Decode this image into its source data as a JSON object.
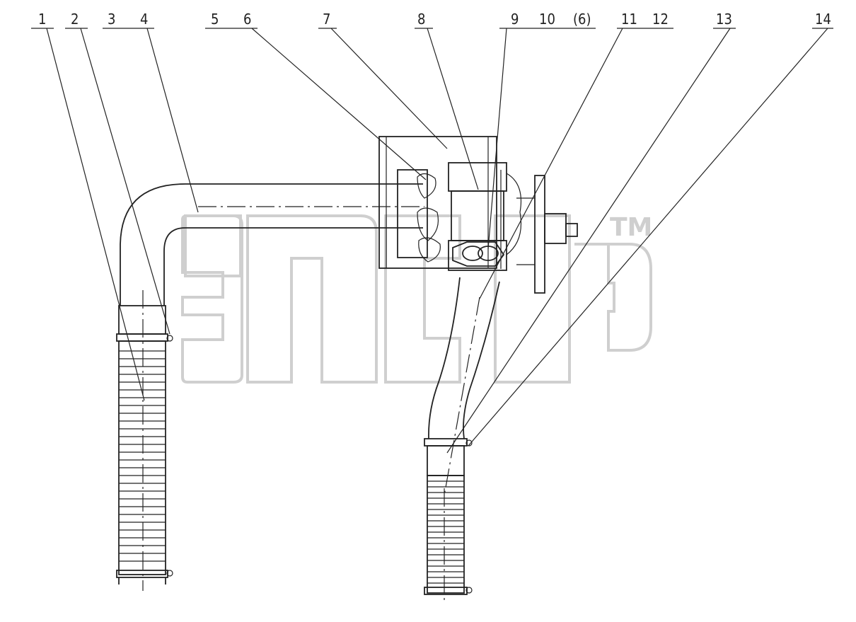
{
  "callouts": [
    {
      "id": "1",
      "text": "1"
    },
    {
      "id": "2",
      "text": "2"
    },
    {
      "id": "3",
      "text": "3"
    },
    {
      "id": "4",
      "text": "4"
    },
    {
      "id": "5",
      "text": "5"
    },
    {
      "id": "6",
      "text": "6"
    },
    {
      "id": "7",
      "text": "7"
    },
    {
      "id": "8",
      "text": "8"
    },
    {
      "id": "9",
      "text": "9"
    },
    {
      "id": "10",
      "text": "10"
    },
    {
      "id": "10b",
      "text": "(6)"
    },
    {
      "id": "11",
      "text": "11"
    },
    {
      "id": "12",
      "text": "12"
    },
    {
      "id": "13",
      "text": "13"
    },
    {
      "id": "14",
      "text": "14"
    }
  ],
  "watermark": {
    "text": "ЭПЕР",
    "tm": "TM"
  },
  "colors": {
    "line": "#222222",
    "watermark": "#cfcfcf",
    "background": "#ffffff"
  }
}
